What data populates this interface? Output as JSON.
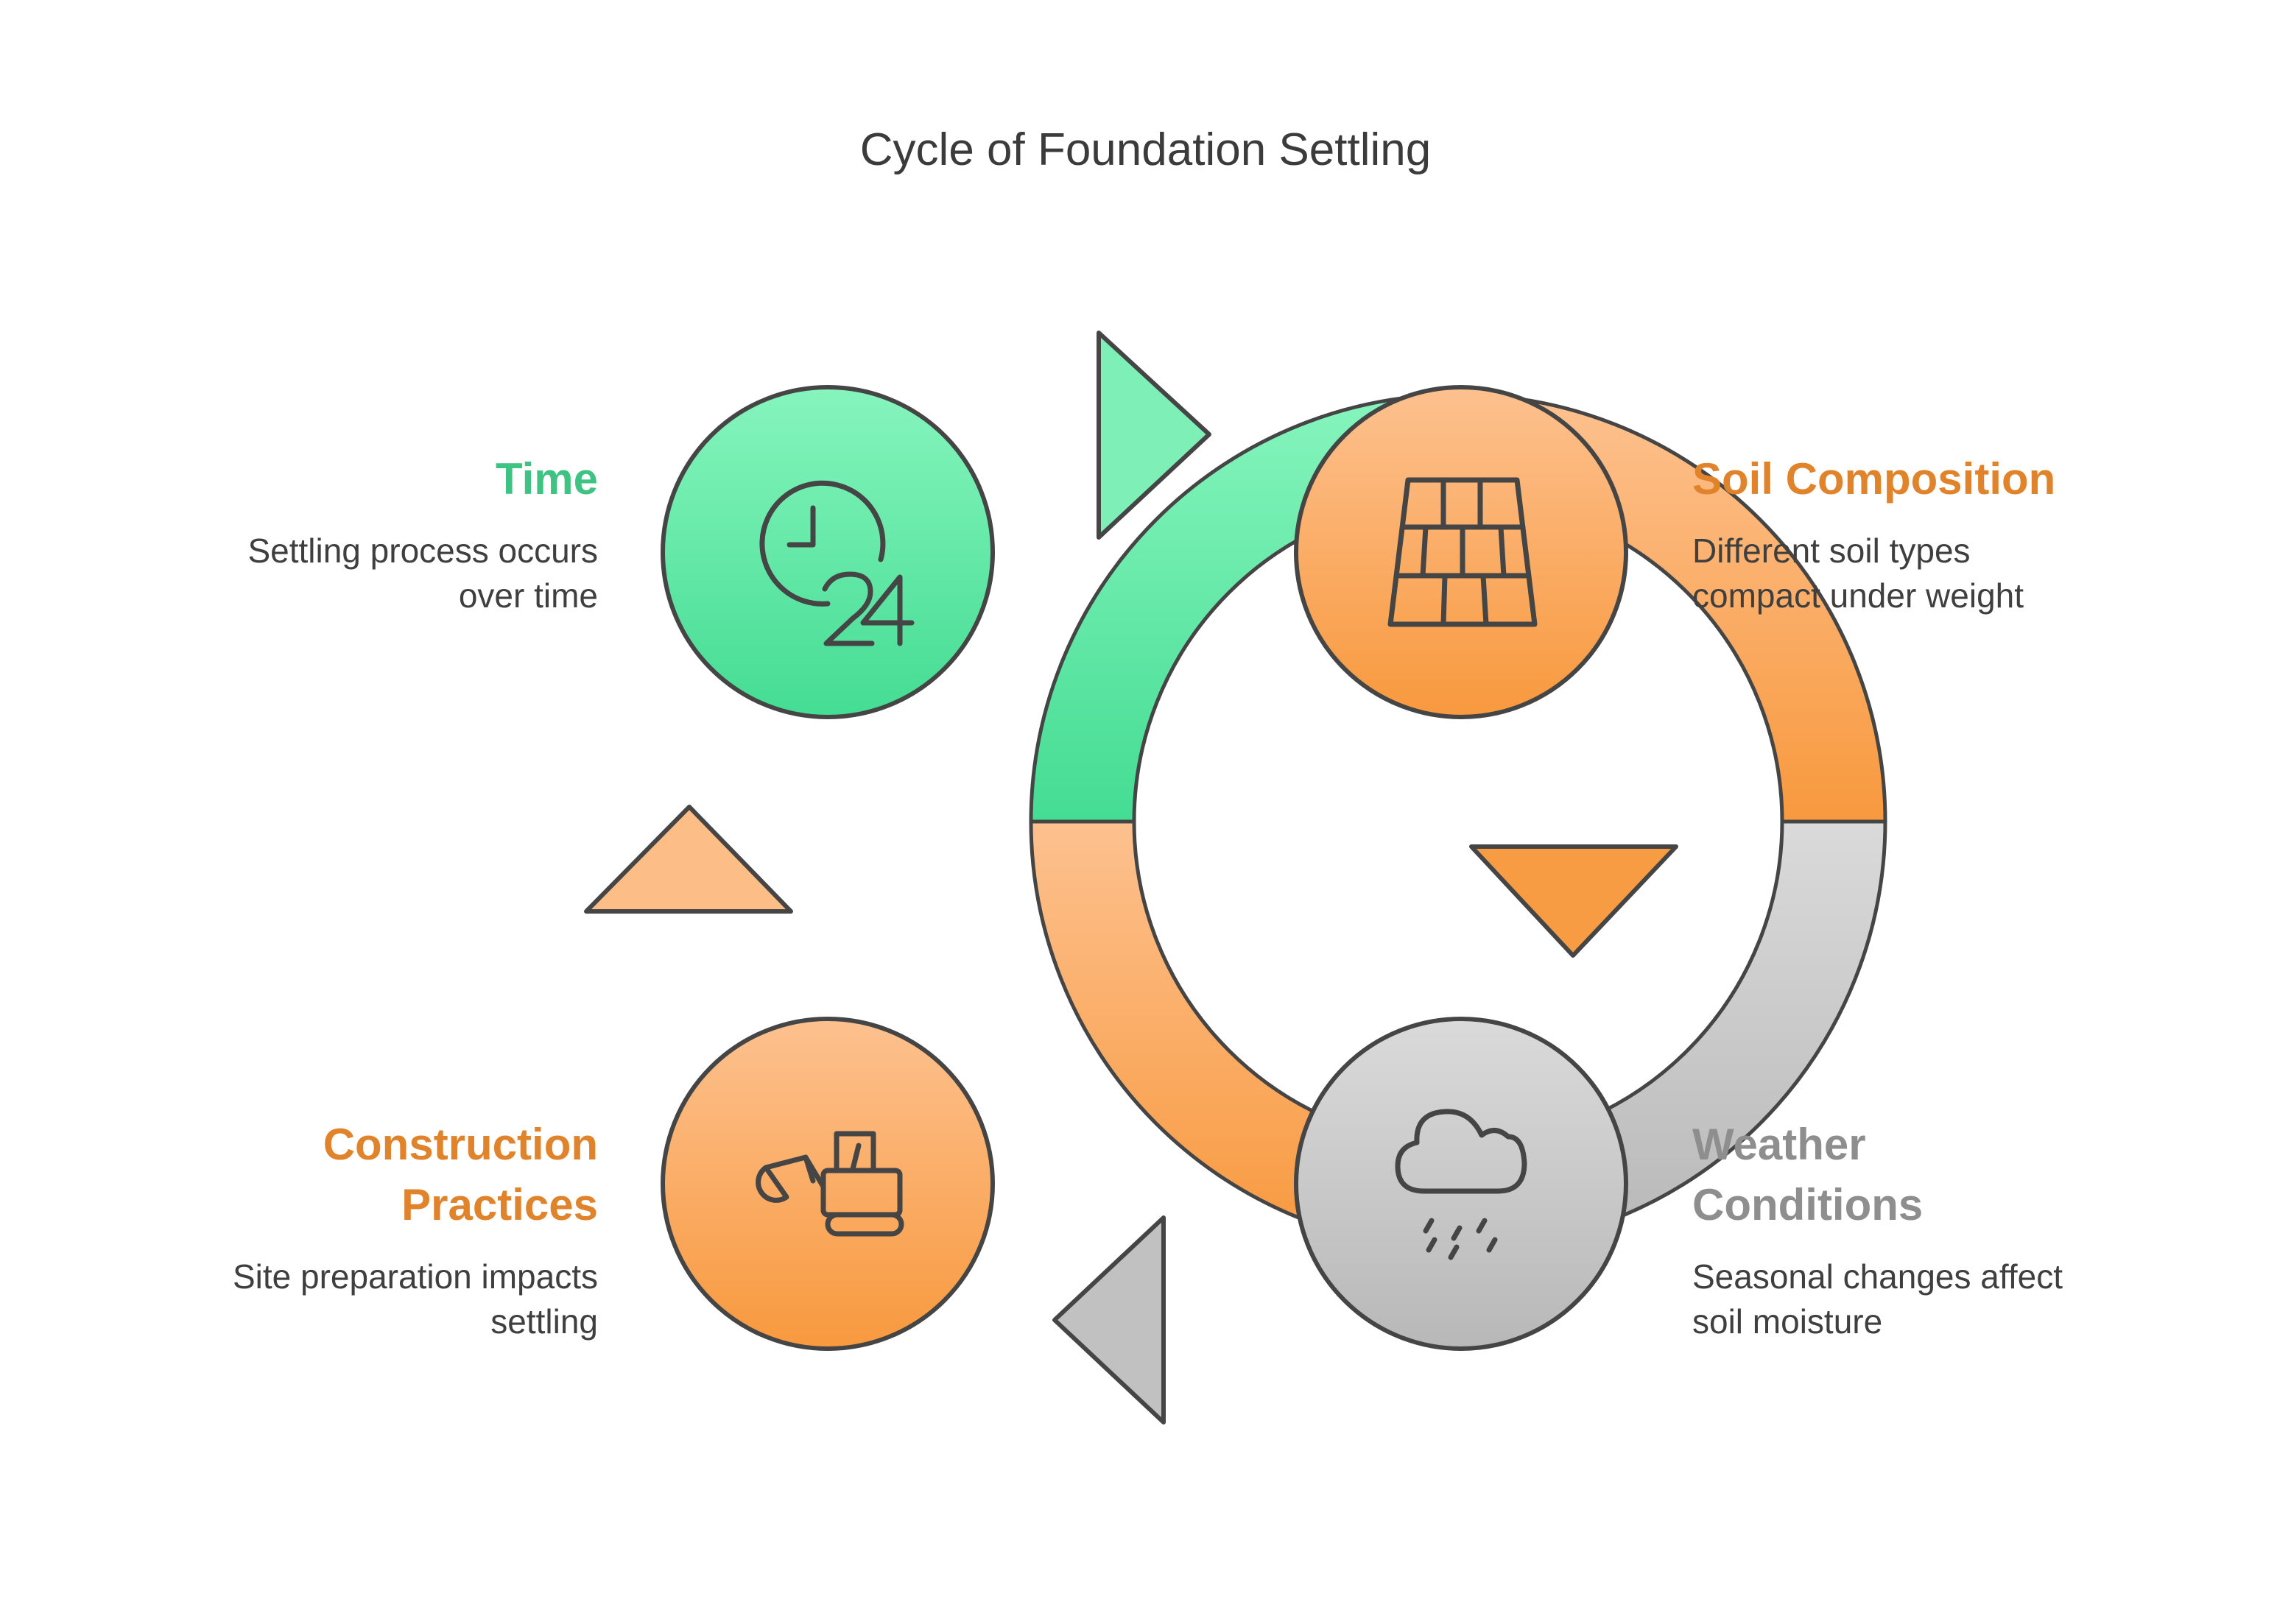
{
  "title": "Cycle of Foundation Settling",
  "colors": {
    "time": "#3fd690",
    "soil": "#f79a3e",
    "weather": "#b9b9b9",
    "construction": "#f79a3e",
    "stroke": "#454545"
  },
  "steps": [
    {
      "id": "time",
      "heading": "Time",
      "description_lines": [
        "Settling process occurs",
        "over time"
      ],
      "icon": "clock-24-icon",
      "heading_color": "#3fc383"
    },
    {
      "id": "soil",
      "heading": "Soil Composition",
      "description_lines": [
        "Different soil types",
        "compact under weight"
      ],
      "icon": "brick-wall-icon",
      "heading_color": "#e0832a"
    },
    {
      "id": "weather",
      "heading_lines": [
        "Weather",
        "Conditions"
      ],
      "description_lines": [
        "Seasonal changes affect",
        "soil moisture"
      ],
      "icon": "cloud-rain-icon",
      "heading_color": "#8e8e8e"
    },
    {
      "id": "construction",
      "heading_lines": [
        "Construction",
        "Practices"
      ],
      "description_lines": [
        "Site preparation impacts",
        "settling"
      ],
      "icon": "excavator-icon",
      "heading_color": "#e0832a"
    }
  ]
}
